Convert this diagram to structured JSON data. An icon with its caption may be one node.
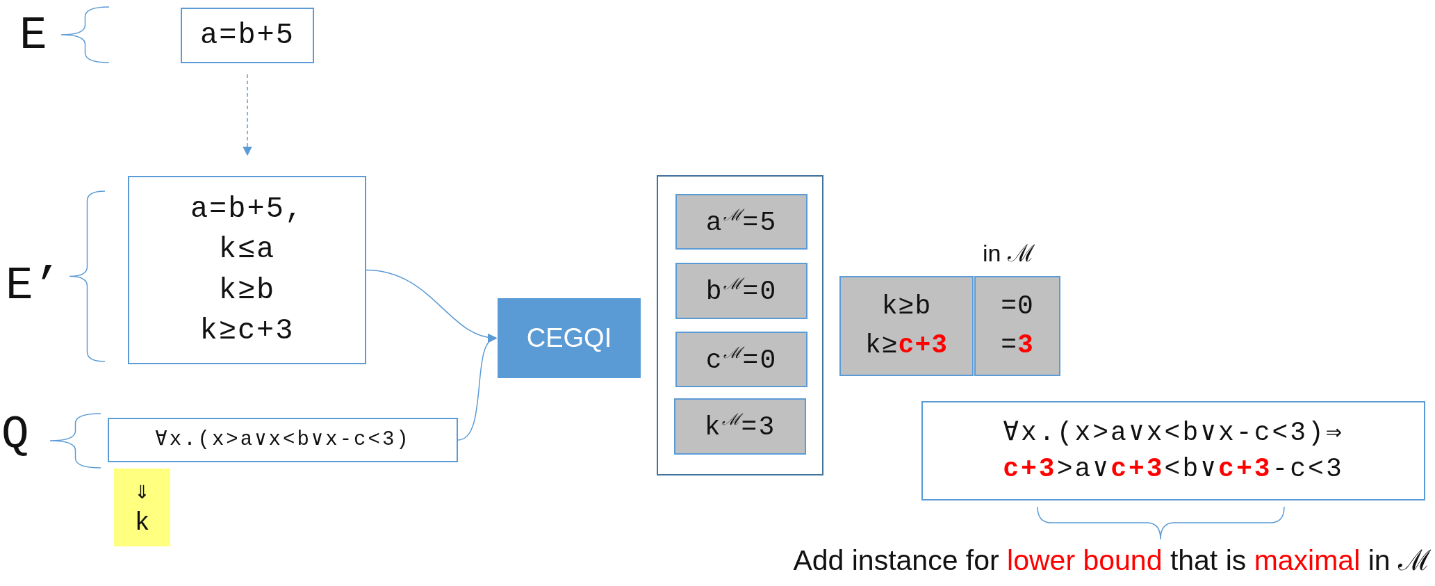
{
  "diagram": {
    "caption": "Add instance for *lower bound* that is *maximal* in ℳ",
    "nodes": [
      {
        "text": [
          "a=b+5"
        ],
        "beside": [
          "E"
        ]
      },
      {
        "text": [
          "a=b+5,",
          "k≤a",
          "k≥b",
          "k≥c+3"
        ],
        "beside": [
          "E’"
        ]
      },
      {
        "text": [
          "∀x.(x>a∨x<b∨x-c<3)"
        ],
        "beside": [
          "Q"
        ]
      },
      {
        "text": [
          "⇓",
          "k"
        ]
      },
      {
        "text": [
          "CEGQI"
        ]
      },
      {
        "text": [],
        "shape": "box"
      },
      {
        "text": [
          "a$^{ℳ}$=5"
        ],
        "in": 5
      },
      {
        "text": [
          "b$^{ℳ}$=0"
        ],
        "in": 5
      },
      {
        "text": [
          "c$^{ℳ}$=0"
        ],
        "in": 5
      },
      {
        "text": [
          "k$^{ℳ}$=3"
        ],
        "in": 5
      },
      {
        "text": [
          "k≥b",
          "k≥**c+3**"
        ]
      },
      {
        "text": [
          "=0",
          "=**3**"
        ],
        "beside": [
          "in ℳ"
        ]
      },
      {
        "text": [
          "∀x.(x>a∨x<b∨x-c<3)⇒",
          "**c+3**>a∨**c+3**<b∨**c+3**-c<3"
        ]
      }
    ],
    "edges": [
      {
        "from": 0,
        "to": 1,
        "arrow": "to",
        "style": "dashed"
      },
      {
        "from": 1,
        "to": 4,
        "arrow": "to"
      },
      {
        "from": 2,
        "to": 4,
        "arrow": "to"
      }
    ]
  }
}
